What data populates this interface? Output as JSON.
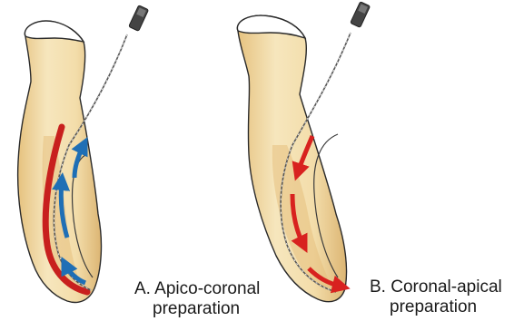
{
  "figure": {
    "panels": [
      {
        "id": "A",
        "caption_line1": "A. Apico-coronal",
        "caption_line2": "preparation",
        "arrow_direction": "apex-to-crown",
        "arrow_color": "#1f6fb5"
      },
      {
        "id": "B",
        "caption_line1": "B. Coronal-apical",
        "caption_line2": "preparation",
        "arrow_direction": "crown-to-apex",
        "arrow_color": "#d8221f"
      }
    ],
    "colors": {
      "tooth_fill": "#f2dfae",
      "tooth_shade": "#e2bd78",
      "dentin_edge": "#b98b45",
      "canal_red": "#c8201e",
      "enamel": "#ffffff",
      "instrument": "#555555",
      "outline": "#2a2a2a"
    },
    "icons": [
      "tooth-a-icon",
      "tooth-b-icon",
      "file-instrument-icon"
    ]
  }
}
